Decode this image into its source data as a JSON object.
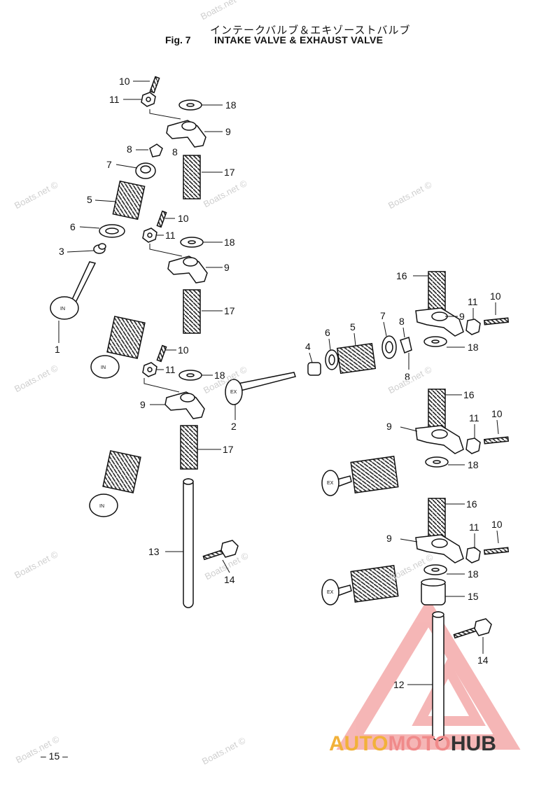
{
  "header": {
    "title_jp": "インテークバルブ＆エキゾーストバルブ",
    "fig_label": "Fig. 7",
    "title_en": "INTAKE VALVE & EXHAUST VALVE"
  },
  "page_number": "– 15 –",
  "watermark_text": "Boats.net ©",
  "brand": {
    "part1": "AUTO",
    "part2": "MOTO",
    "part3": "HUB"
  },
  "part_labels": {
    "p1": "1",
    "p2": "2",
    "p3": "3",
    "p4": "4",
    "p5": "5",
    "p6": "6",
    "p7": "7",
    "p8": "8",
    "p9": "9",
    "p10": "10",
    "p11": "11",
    "p12": "12",
    "p13": "13",
    "p14": "14",
    "p15": "15",
    "p16": "16",
    "p17": "17",
    "p18": "18"
  },
  "valve_marks": {
    "intake": "IN",
    "exhaust": "EX"
  },
  "colors": {
    "ink": "#111111",
    "watermark": "#cfcfcf",
    "brand_red": "#f08a8a",
    "brand_yellow": "#f2b13a",
    "brand_dark": "#333333"
  }
}
